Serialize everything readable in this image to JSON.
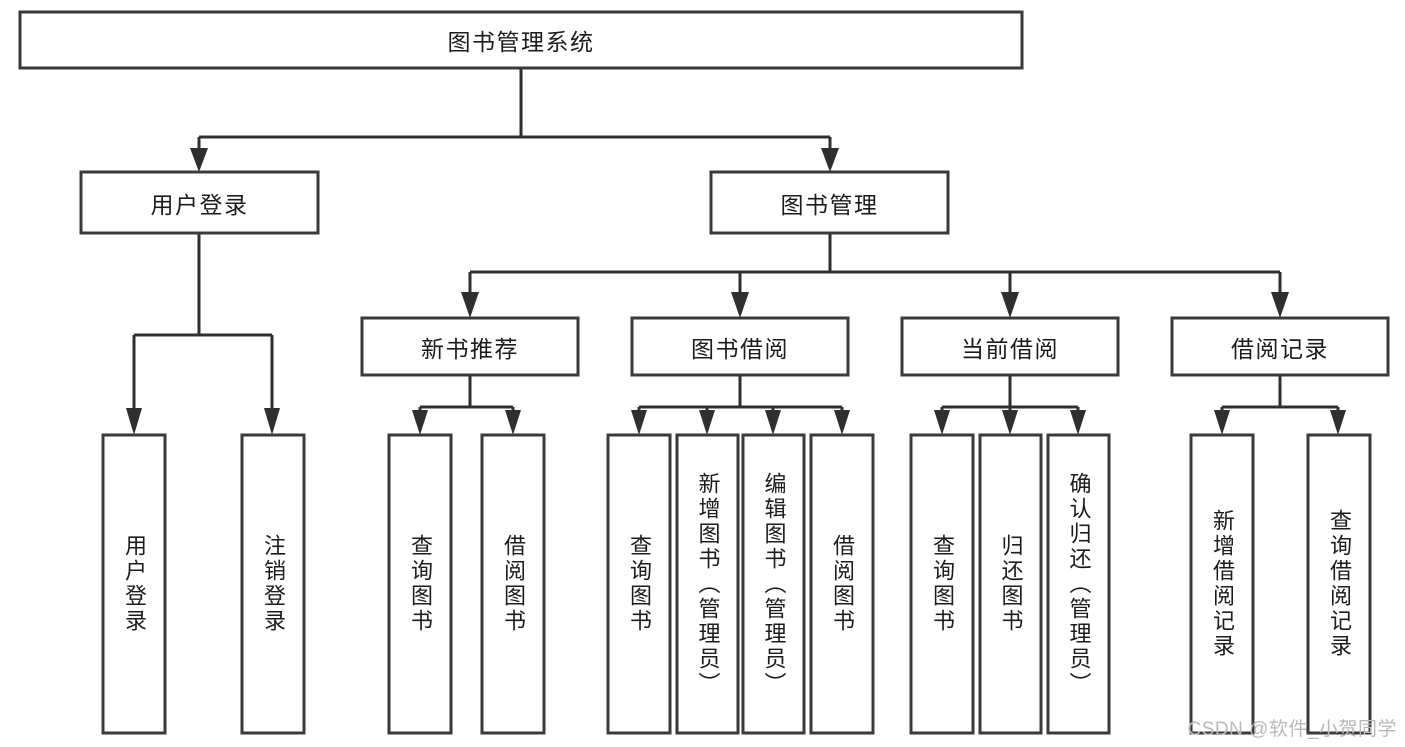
{
  "diagram": {
    "type": "hierarchy-tree",
    "title": "图书管理系统",
    "orientation": "top-down",
    "colors": {
      "box_stroke": "#3a3a3a",
      "box_fill": "#ffffff",
      "connector": "#2f2f2f",
      "text": "#1c1c1c",
      "background": "#ffffff",
      "watermark": "#b9b9b9"
    },
    "root": {
      "label": "图书管理系统"
    },
    "level1": [
      {
        "label": "用户登录"
      },
      {
        "label": "图书管理"
      }
    ],
    "level2": [
      {
        "label": "新书推荐"
      },
      {
        "label": "图书借阅"
      },
      {
        "label": "当前借阅"
      },
      {
        "label": "借阅记录"
      }
    ],
    "leaves": {
      "user_login": [
        {
          "label": "用户登录"
        },
        {
          "label": "注销登录"
        }
      ],
      "new_book_recommend": [
        {
          "label": "查询图书"
        },
        {
          "label": "借阅图书"
        }
      ],
      "book_borrow": [
        {
          "label": "查询图书"
        },
        {
          "label": "新增图书（管理员）"
        },
        {
          "label": "编辑图书（管理员）"
        },
        {
          "label": "借阅图书"
        }
      ],
      "current_borrow": [
        {
          "label": "查询图书"
        },
        {
          "label": "归还图书"
        },
        {
          "label": "确认归还（管理员）"
        }
      ],
      "borrow_record": [
        {
          "label": "新增借阅记录"
        },
        {
          "label": "查询借阅记录"
        }
      ]
    },
    "watermark": "CSDN @软件_小贺同学"
  }
}
